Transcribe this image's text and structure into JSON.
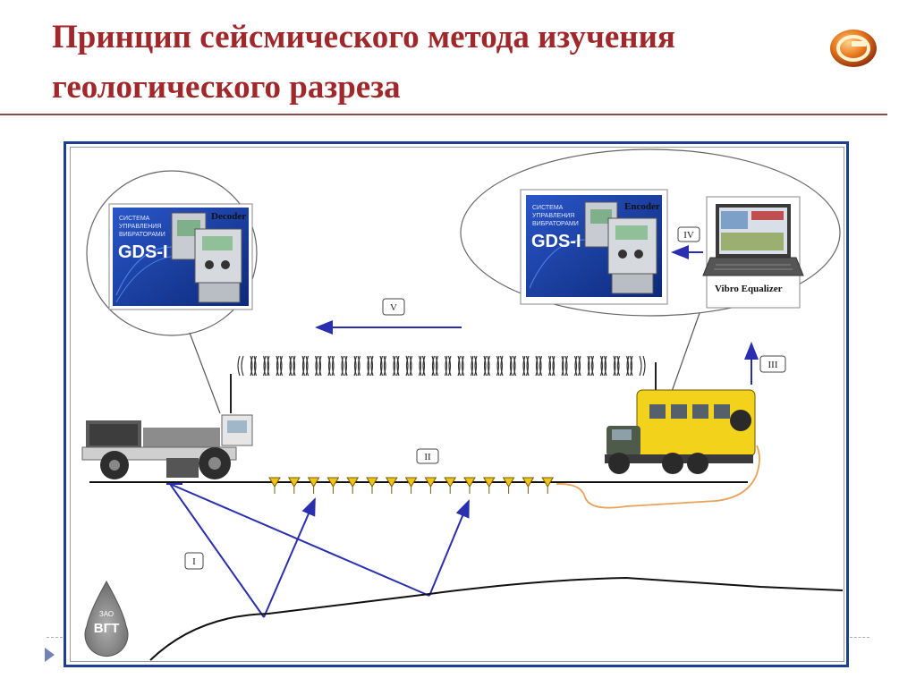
{
  "slide": {
    "title": "Принцип сейсмического метода изучения геологического разреза"
  },
  "diagram": {
    "labels": {
      "decoder": "Decoder",
      "encoder": "Encoder",
      "vibro_equalizer": "Vibro Equalizer",
      "gds_left": "GDS-I",
      "gds_right": "GDS-I",
      "system_lines": [
        "СИСТЕМА",
        "УПРАВЛЕНИЯ",
        "ВИБРАТОРАМИ"
      ],
      "roman": {
        "I": "I",
        "II": "II",
        "III": "III",
        "IV": "IV",
        "V": "V"
      }
    },
    "company_logo": {
      "line1": "ЗАО",
      "line2": "ВГТ"
    }
  },
  "colors": {
    "title": "#a0282a",
    "frame": "#1d3f8f",
    "rays": "#2a2fb0",
    "truck_body": "#f2d21a",
    "geophone": "#f0c419",
    "cable": "#e8a25a"
  }
}
